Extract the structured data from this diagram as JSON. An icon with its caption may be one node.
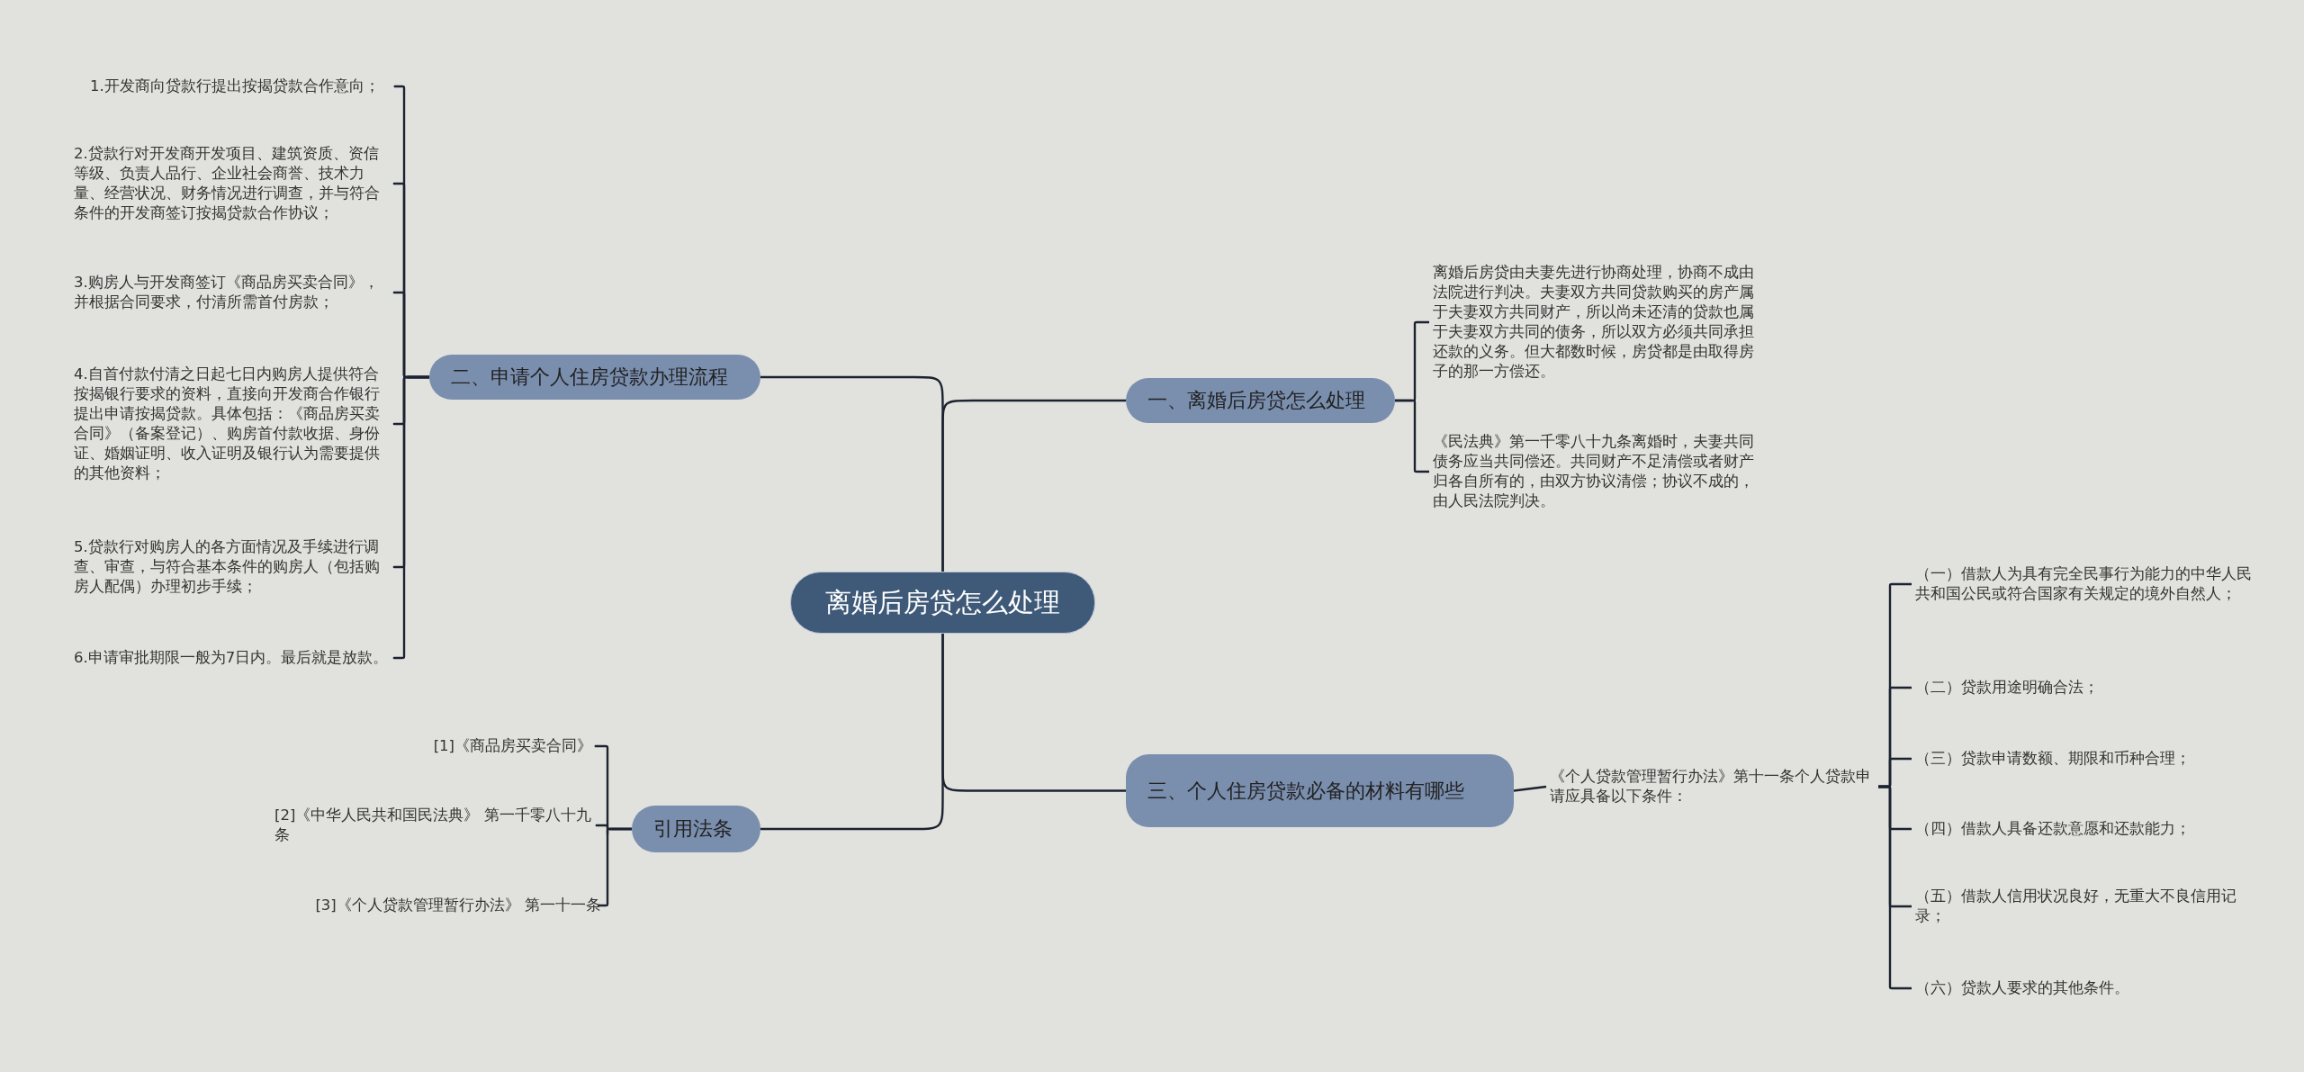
{
  "diagram": {
    "nodes": [
      {
        "text": [
          "离婚后房贷怎么处理"
        ]
      },
      {
        "text": [
          "一、离婚后房贷怎么处理"
        ]
      },
      {
        "text": [
          "离婚后房贷由夫妻先进行协商处理，协商不成由法院进行判决。夫妻双方共同贷款购买的房产属于夫妻双方共同财产，所以尚未还清的贷款也属于夫妻双方共同的债务，所以双方必须共同承担还款的义务。但大都数时候，房贷都是由取得房子的那一方偿还。"
        ]
      },
      {
        "text": [
          "《民法典》第一千零八十九条离婚时，夫妻共同债务应当共同偿还。共同财产不足清偿或者财产归各自所有的，由双方协议清偿；协议不成的，由人民法院判决。"
        ]
      },
      {
        "text": [
          "二、申请个人住房贷款办理流程"
        ]
      },
      {
        "text": [
          "1.开发商向贷款行提出按揭贷款合作意向；"
        ]
      },
      {
        "text": [
          "2.贷款行对开发商开发项目、建筑资质、资信等级、负责人品行、企业社会商誉、技术力量、经营状况、财务情况进行调查，并与符合条件的开发商签订按揭贷款合作协议；"
        ]
      },
      {
        "text": [
          "3.购房人与开发商签订《商品房买卖合同》，并根据合同要求，付清所需首付房款；"
        ]
      },
      {
        "text": [
          "4.自首付款付清之日起七日内购房人提供符合按揭银行要求的资料，直接向开发商合作银行提出申请按揭贷款。具体包括：《商品房买卖合同》（备案登记）、购房首付款收据、身份证、婚姻证明、收入证明及银行认为需要提供的其他资料；"
        ]
      },
      {
        "text": [
          "5.贷款行对购房人的各方面情况及手续进行调查、审查，与符合基本条件的购房人（包括购房人配偶）办理初步手续；"
        ]
      },
      {
        "text": [
          "6.申请审批期限一般为7日内。最后就是放款。"
        ]
      },
      {
        "text": [
          "三、个人住房贷款必备的材料有哪些"
        ]
      },
      {
        "text": [
          "《个人贷款管理暂行办法》第十一条个人贷款申请应具备以下条件："
        ]
      },
      {
        "text": [
          "（一）借款人为具有完全民事行为能力的中华人民共和国公民或符合国家有关规定的境外自然人；"
        ]
      },
      {
        "text": [
          "（二）贷款用途明确合法；"
        ]
      },
      {
        "text": [
          "（三）贷款申请数额、期限和币种合理；"
        ]
      },
      {
        "text": [
          "（四）借款人具备还款意愿和还款能力；"
        ]
      },
      {
        "text": [
          "（五）借款人信用状况良好，无重大不良信用记录；"
        ]
      },
      {
        "text": [
          "（六）贷款人要求的其他条件。"
        ]
      },
      {
        "text": [
          "引用法条"
        ]
      },
      {
        "text": [
          "[1]《商品房买卖合同》"
        ]
      },
      {
        "text": [
          "[2]《中华人民共和国民法典》 第一千零八十九条"
        ]
      },
      {
        "text": [
          "[3]《个人贷款管理暂行办法》 第一十一条"
        ]
      }
    ],
    "edges": [
      {
        "from": 0,
        "to": 1,
        "arrow": "none"
      },
      {
        "from": 1,
        "to": 2,
        "arrow": "none"
      },
      {
        "from": 1,
        "to": 3,
        "arrow": "none"
      },
      {
        "from": 0,
        "to": 4,
        "arrow": "none"
      },
      {
        "from": 4,
        "to": 5,
        "arrow": "none"
      },
      {
        "from": 4,
        "to": 6,
        "arrow": "none"
      },
      {
        "from": 4,
        "to": 7,
        "arrow": "none"
      },
      {
        "from": 4,
        "to": 8,
        "arrow": "none"
      },
      {
        "from": 4,
        "to": 9,
        "arrow": "none"
      },
      {
        "from": 4,
        "to": 10,
        "arrow": "none"
      },
      {
        "from": 0,
        "to": 11,
        "arrow": "none"
      },
      {
        "from": 11,
        "to": 12,
        "arrow": "none"
      },
      {
        "from": 12,
        "to": 13,
        "arrow": "none"
      },
      {
        "from": 12,
        "to": 14,
        "arrow": "none"
      },
      {
        "from": 12,
        "to": 15,
        "arrow": "none"
      },
      {
        "from": 12,
        "to": 16,
        "arrow": "none"
      },
      {
        "from": 12,
        "to": 17,
        "arrow": "none"
      },
      {
        "from": 12,
        "to": 18,
        "arrow": "none"
      },
      {
        "from": 0,
        "to": 19,
        "arrow": "none"
      },
      {
        "from": 19,
        "to": 20,
        "arrow": "none"
      },
      {
        "from": 19,
        "to": 21,
        "arrow": "none"
      },
      {
        "from": 19,
        "to": 22,
        "arrow": "none"
      }
    ]
  }
}
